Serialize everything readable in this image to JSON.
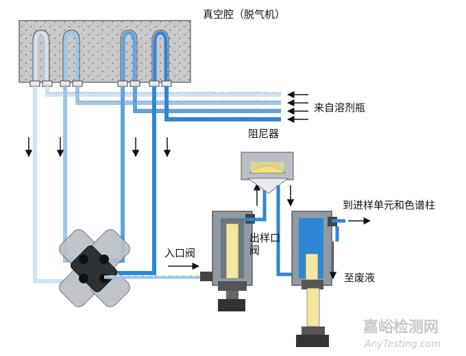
{
  "labels": {
    "vacuum_chamber": "真空腔（脱气机）",
    "from_solvent_bottle": "来自溶剂瓶",
    "damper": "阻尼器",
    "inlet_valve": "入口阀",
    "outlet_valve_line1": "出样口",
    "outlet_valve_line2": "阀",
    "to_injector_and_column": "到进样单元和色谱柱",
    "to_waste": "至废液"
  },
  "watermark": {
    "cn": "嘉峪检测网",
    "en": "AnyTesting.com"
  },
  "colors": {
    "solvent_1": "#cfe3f5",
    "solvent_2": "#9cc6ea",
    "solvent_3": "#5fa3df",
    "solvent_4": "#2f86d6",
    "chamber": "#c9c9c9",
    "pump_body": "#8f9aa3",
    "piston": "#f2e6a0",
    "damper_yellow": "#f7e27a"
  }
}
